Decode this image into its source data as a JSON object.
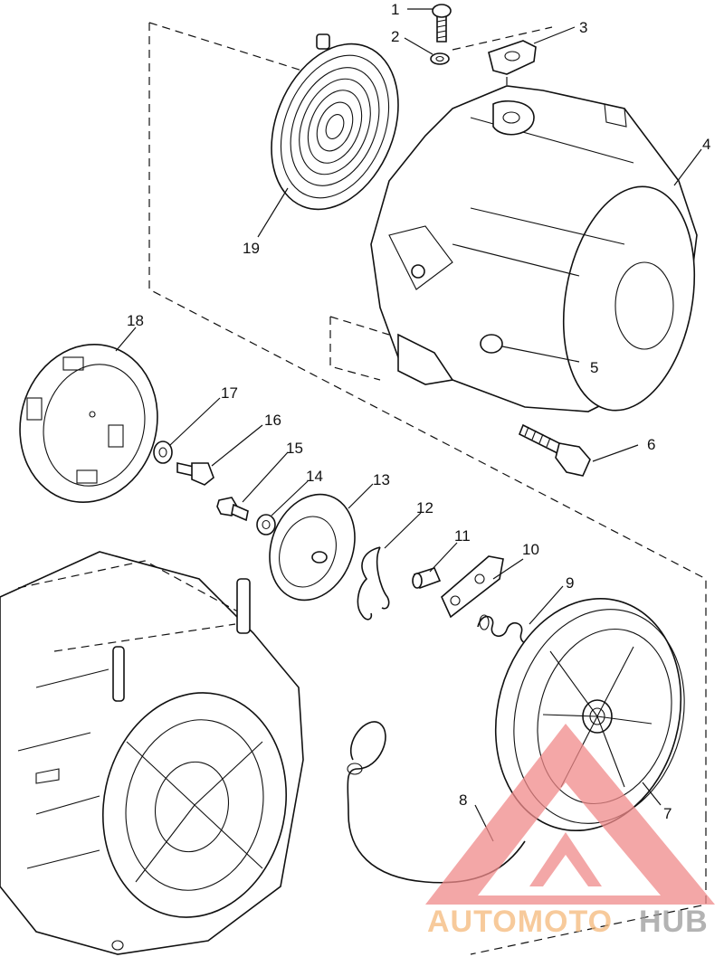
{
  "callouts": [
    {
      "n": "1"
    },
    {
      "n": "2"
    },
    {
      "n": "3"
    },
    {
      "n": "4"
    },
    {
      "n": "5"
    },
    {
      "n": "6"
    },
    {
      "n": "7"
    },
    {
      "n": "8"
    },
    {
      "n": "9"
    },
    {
      "n": "10"
    },
    {
      "n": "11"
    },
    {
      "n": "12"
    },
    {
      "n": "13"
    },
    {
      "n": "14"
    },
    {
      "n": "15"
    },
    {
      "n": "16"
    },
    {
      "n": "17"
    },
    {
      "n": "18"
    },
    {
      "n": "19"
    }
  ],
  "watermark": {
    "part1": "AUTOMOTO",
    "part2": "HUB",
    "color_primary": "#f08a8a",
    "color_secondary": "#9a9a9a"
  }
}
